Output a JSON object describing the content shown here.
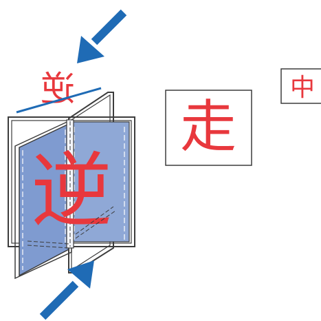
{
  "labels": {
    "reflected_char": "逆",
    "main_char": "逆",
    "card_char": "走",
    "partial_char": "中"
  },
  "colors": {
    "red": "#e8383d",
    "blue": "#1f6bb5",
    "panel_fill": "#8fa8d6",
    "frame_stroke": "#3c3c3c",
    "background": "#ffffff"
  },
  "icons": {
    "top_arrow": "arrow-down-left-icon",
    "bottom_arrow": "arrow-up-right-icon"
  }
}
